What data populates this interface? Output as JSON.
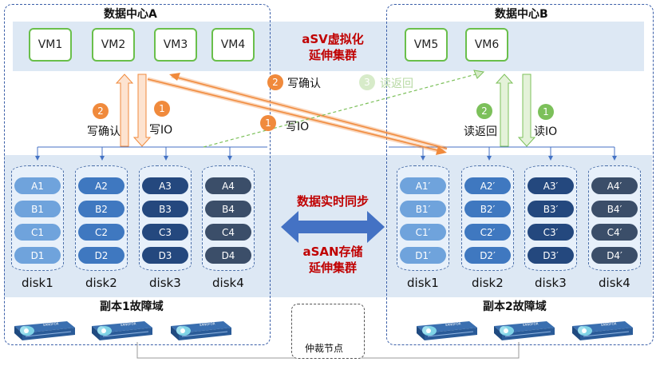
{
  "datacenters": {
    "a": {
      "title": "数据中心A"
    },
    "b": {
      "title": "数据中心B"
    }
  },
  "vms": {
    "a": [
      "VM1",
      "VM2",
      "VM3",
      "VM4"
    ],
    "b": [
      "VM5",
      "VM6"
    ]
  },
  "cluster_labels": {
    "asv": [
      "aSV虚拟化",
      "延伸集群"
    ],
    "asan": [
      "aSAN存储",
      "延伸集群"
    ],
    "sync": "数据实时同步"
  },
  "io_labels": {
    "write_io": "写IO",
    "write_ack": "写确认",
    "read_back": "读返回",
    "read_io": "读IO"
  },
  "step_numbers": {
    "a_ack": "2",
    "a_write": "1",
    "mid_ack": "2",
    "mid_write": "1",
    "mid_read_back": "3",
    "b_read_back": "2",
    "b_read_io": "1"
  },
  "disks": {
    "a": [
      {
        "label": "disk1",
        "blocks": [
          "A1",
          "B1",
          "C1",
          "D1"
        ]
      },
      {
        "label": "disk2",
        "blocks": [
          "A2",
          "B2",
          "C2",
          "D2"
        ]
      },
      {
        "label": "disk3",
        "blocks": [
          "A3",
          "B3",
          "C3",
          "D3"
        ]
      },
      {
        "label": "disk4",
        "blocks": [
          "A4",
          "B4",
          "C4",
          "D4"
        ]
      }
    ],
    "b": [
      {
        "label": "disk1",
        "blocks": [
          "A1′",
          "B1′",
          "C1′",
          "D1′"
        ]
      },
      {
        "label": "disk2",
        "blocks": [
          "A2′",
          "B2′",
          "C2′",
          "D2′"
        ]
      },
      {
        "label": "disk3",
        "blocks": [
          "A3′",
          "B3′",
          "C3′",
          "D3′"
        ]
      },
      {
        "label": "disk4",
        "blocks": [
          "A4′",
          "B4′",
          "C4′",
          "D4′"
        ]
      }
    ]
  },
  "fault_domains": {
    "a": "副本1故障域",
    "b": "副本2故障域"
  },
  "server_brand": "SANGFOR",
  "arbiter": {
    "label": "仲裁节点"
  },
  "colors": {
    "vm_border": "#6abf4b",
    "band": "#dde8f4",
    "dc_border": "#3b5fa8",
    "write_arrow": "#f08a3c",
    "read_arrow": "#7cc05a",
    "accent_text": "#c00000",
    "sync_arrow": "#4472c4"
  },
  "icons": {
    "server": "server-rack-icon",
    "cloud": "cloud-icon",
    "circle_step": "numbered-circle-icon"
  }
}
